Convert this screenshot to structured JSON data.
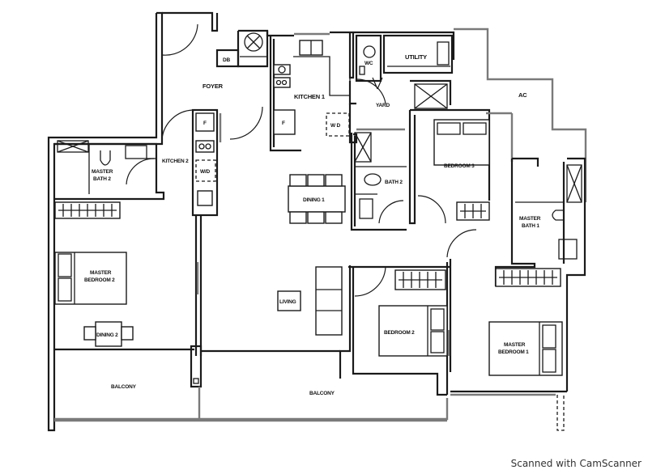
{
  "document": {
    "type": "floor-plan",
    "unit": "4-bedroom apartment"
  },
  "rooms": {
    "foyer": "FOYER",
    "db": "DB",
    "kitchen1": "KITCHEN 1",
    "wc": "WC",
    "utility": "UTILITY",
    "yard": "YARD",
    "ac": "AC",
    "kitchen2": "KITCHEN 2",
    "master_bath2_line1": "MASTER",
    "master_bath2_line2": "BATH 2",
    "dining1": "DINING 1",
    "bath2": "BATH 2",
    "bedroom3": "BEDROOM 3",
    "master_bath1_line1": "MASTER",
    "master_bath1_line2": "BATH 1",
    "master_bedroom2_line1": "MASTER",
    "master_bedroom2_line2": "BEDROOM 2",
    "dining2": "DINING 2",
    "living": "LIVING",
    "bedroom2": "BEDROOM 2",
    "master_bedroom1_line1": "MASTER",
    "master_bedroom1_line2": "BEDROOM 1",
    "balcony_left": "BALCONY",
    "balcony_right": "BALCONY"
  },
  "fixtures": {
    "fridge1": "F",
    "fridge2": "F",
    "washer_dryer1": "W D",
    "washer_dryer2": "W/D"
  },
  "footer": {
    "watermark": "Scanned with CamScanner"
  }
}
